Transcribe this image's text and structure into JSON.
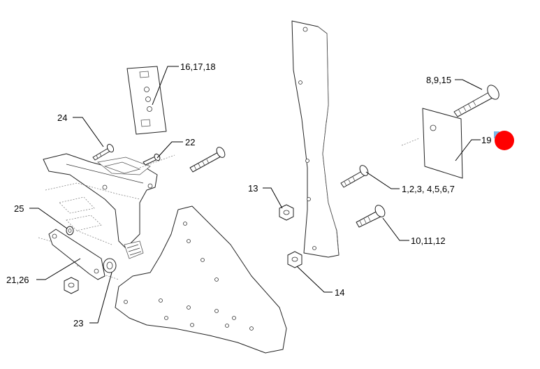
{
  "callouts": {
    "c_16_17_18": "16,17,18",
    "c_24": "24",
    "c_22": "22",
    "c_25": "25",
    "c_21_26": "21,26",
    "c_23": "23",
    "c_13": "13",
    "c_14": "14",
    "c_8_9_15": "8,9,15",
    "c_19": "19",
    "c_1_7": "1,2,3, 4,5,6,7",
    "c_10_11_12": "10,11,12"
  },
  "colors": {
    "marker": "#ff0000",
    "marker_tab": "#7ab8e8"
  },
  "marker": {
    "shape": "filled-circle"
  }
}
